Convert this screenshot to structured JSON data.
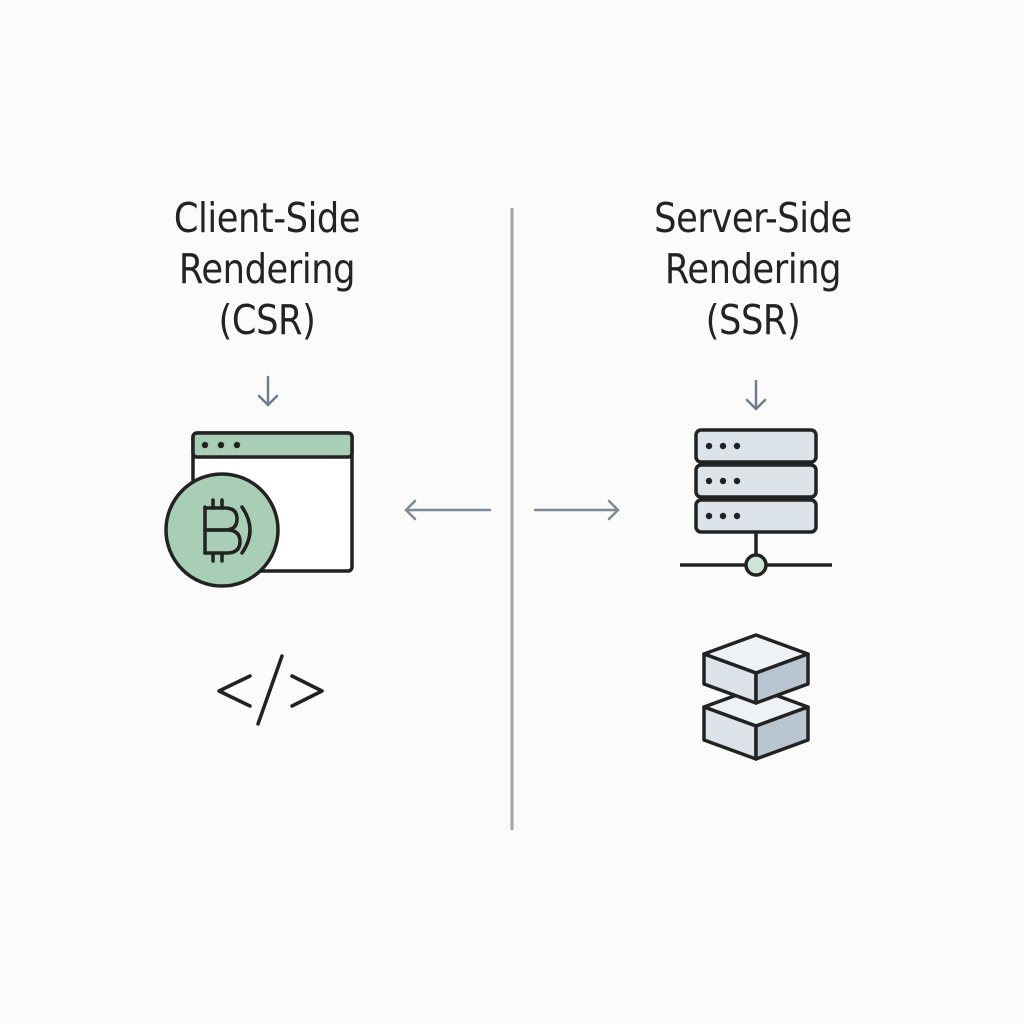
{
  "csr": {
    "title_lines": [
      "Client-Side",
      "Rendering",
      "(CSR)"
    ]
  },
  "ssr": {
    "title_lines": [
      "Server-Side",
      "Rendering",
      "(SSR)"
    ]
  },
  "colors": {
    "stroke": "#222222",
    "divider": "#9aa7b2",
    "arrow": "#6f7e8c",
    "green": "#a8cfb5",
    "steel": "#dce4ea",
    "steel_dark": "#b9c6d1"
  }
}
